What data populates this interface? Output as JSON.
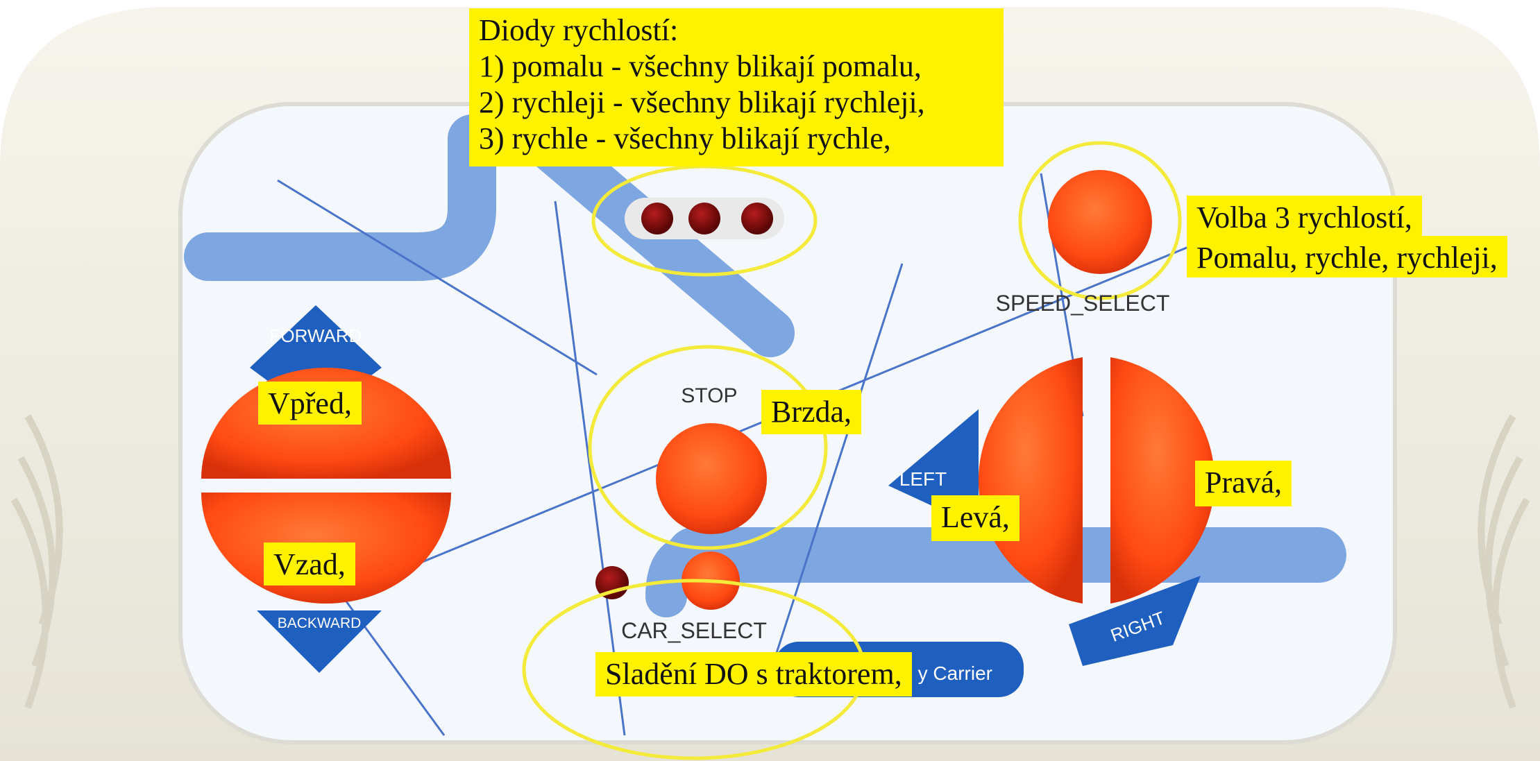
{
  "labels": {
    "forward": "FORWARD",
    "backward": "BACKWARD",
    "left": "LEFT",
    "right": "RIGHT",
    "stop": "STOP",
    "speed_select": "SPEED_SELECT",
    "car_select": "CAR_SELECT",
    "brand_partial": "y Carrier"
  },
  "annotations": {
    "speed_leds": {
      "title": "Diody rychlostí:",
      "lines": [
        "1) pomalu - všechny blikají pomalu,",
        "2) rychleji - všechny blikají rychleji,",
        "3) rychle - všechny blikají rychle,"
      ]
    },
    "speed_select": {
      "lines": [
        "Volba 3 rychlostí,",
        "Pomalu, rychle, rychleji,"
      ]
    },
    "forward": "Vpřed,",
    "backward": "Vzad,",
    "brake": "Brzda,",
    "left": "Levá,",
    "right": "Pravá,",
    "pairing": "Sladění DO s traktorem,"
  },
  "colors": {
    "button_orange": "#ff4a12",
    "led_red": "#7a0b0b",
    "arrow_blue": "#1f5fbf",
    "map_blue": "#7ea6e0",
    "highlight_yellow": "#fff200",
    "ring_yellow": "#f3ea3a"
  },
  "icons": [
    "forward-arrow-icon",
    "backward-arrow-icon",
    "left-arrow-icon",
    "right-arrow-icon",
    "led-indicator-icon"
  ]
}
